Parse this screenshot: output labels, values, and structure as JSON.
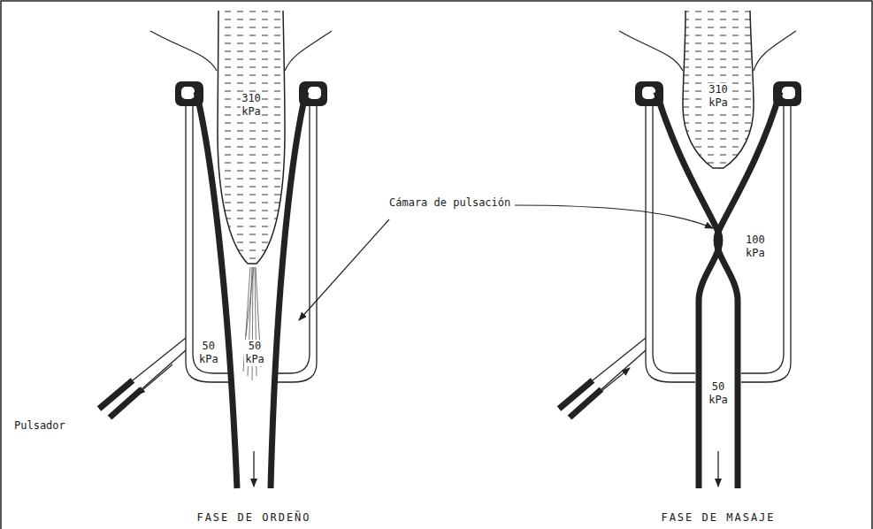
{
  "diagram": {
    "labels": [
      "310 kPa",
      "Cámara de pulsación",
      "50 kPa",
      "50 kPa",
      "Pulsador",
      "FASE DE ORDEÑO",
      "310 kPa",
      "100 kPa",
      "50 kPa",
      "FASE DE MASAJE"
    ]
  }
}
